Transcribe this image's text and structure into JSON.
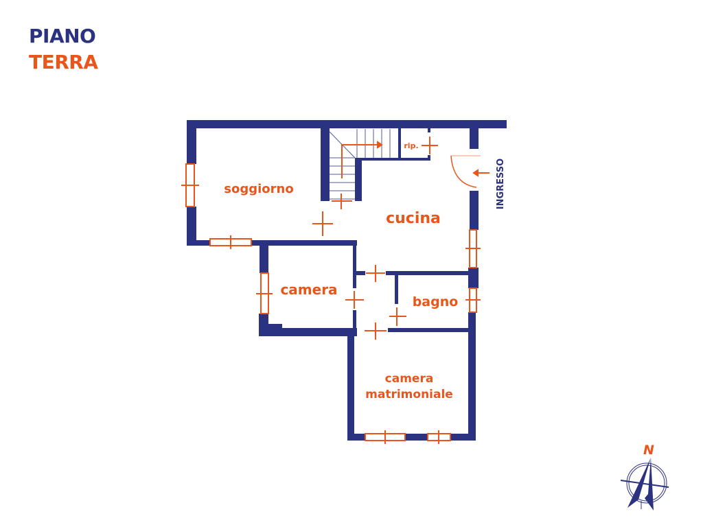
{
  "title": {
    "line1": "PIANO",
    "line2": "TERRA"
  },
  "rooms": {
    "soggiorno": "soggiorno",
    "cucina": "cucina",
    "camera": "camera",
    "bagno": "bagno",
    "camera_matrimoniale_1": "camera",
    "camera_matrimoniale_2": "matrimoniale",
    "ripostiglio": "rip."
  },
  "entrance": "INGRESSO",
  "compass": {
    "north": "N"
  },
  "colors": {
    "wall": "#2b3280",
    "accent": "#e8561c"
  }
}
